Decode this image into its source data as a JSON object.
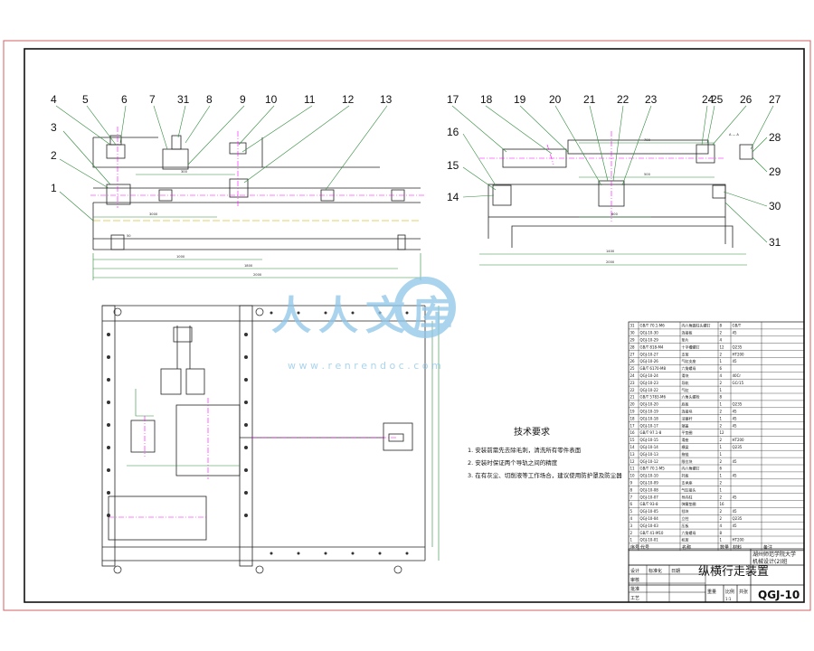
{
  "drawing": {
    "title": "纵横行走装置",
    "code": "QGJ-10",
    "school_line1": "湖州师范学院大学",
    "school_line2": "机械设计(2)班",
    "weight_label": "重量",
    "ratio_label": "比例",
    "sheet_label": "共张",
    "scale_value": "1:1"
  },
  "tech_notes": {
    "heading": "技术要求",
    "items": [
      "1. 安装前需先去除毛刺，清洗所有零件表面",
      "2. 安装时保证两个导轨之间的精度",
      "3. 在有灰尘、切削液等工作场合，建议使用防护罩及防尘器"
    ]
  },
  "callouts": {
    "left": [
      "4",
      "5",
      "6",
      "7",
      "31",
      "8",
      "9",
      "10",
      "11",
      "12",
      "13",
      "3",
      "2",
      "1"
    ],
    "right": [
      "17",
      "18",
      "19",
      "20",
      "21",
      "22",
      "23",
      "24",
      "25",
      "26",
      "27",
      "16",
      "15",
      "14",
      "28",
      "29",
      "30",
      "31"
    ]
  },
  "watermark": {
    "text": "人人文库",
    "url": "w w w . r e n r e n d o c . c o m"
  },
  "dimensions": [
    "650",
    "1000",
    "2000",
    "3000",
    "1800",
    "2000",
    "300",
    "700",
    "600",
    "500",
    "1400",
    "50"
  ],
  "section_mark": "A — A",
  "parts_table": {
    "rows": [
      {
        "no": "31",
        "code": "GB/T 70.1-M6",
        "name": "内六角圆柱头螺钉",
        "qty": "8",
        "mat": "GB/T"
      },
      {
        "no": "30",
        "code": "QGJ-10-30",
        "name": "连接板",
        "qty": "2",
        "mat": "45"
      },
      {
        "no": "29",
        "code": "QGJ-10-29",
        "name": "垫片",
        "qty": "4",
        "mat": ""
      },
      {
        "no": "28",
        "code": "GB/T 818-M4",
        "name": "十字槽螺钉",
        "qty": "12",
        "mat": "Q235"
      },
      {
        "no": "27",
        "code": "QGJ-10-27",
        "name": "支架",
        "qty": "2",
        "mat": "HT200"
      },
      {
        "no": "26",
        "code": "QGJ-10-26",
        "name": "气缸支座",
        "qty": "1",
        "mat": "45"
      },
      {
        "no": "25",
        "code": "GB/T 6170-M8",
        "name": "六角螺母",
        "qty": "6",
        "mat": ""
      },
      {
        "no": "24",
        "code": "QGJ-10-24",
        "name": "滑块",
        "qty": "4",
        "mat": "40Cr"
      },
      {
        "no": "23",
        "code": "QGJ-10-23",
        "name": "导轨",
        "qty": "2",
        "mat": "GCr15"
      },
      {
        "no": "22",
        "code": "QGJ-10-22",
        "name": "气缸",
        "qty": "1",
        "mat": ""
      },
      {
        "no": "21",
        "code": "GB/T 5783-M6",
        "name": "六角头螺栓",
        "qty": "8",
        "mat": ""
      },
      {
        "no": "20",
        "code": "QGJ-10-20",
        "name": "底板",
        "qty": "1",
        "mat": "Q235"
      },
      {
        "no": "19",
        "code": "QGJ-10-19",
        "name": "连接块",
        "qty": "2",
        "mat": "45"
      },
      {
        "no": "18",
        "code": "QGJ-10-18",
        "name": "活塞杆",
        "qty": "1",
        "mat": "45"
      },
      {
        "no": "17",
        "code": "QGJ-10-17",
        "name": "端盖",
        "qty": "2",
        "mat": "45"
      },
      {
        "no": "16",
        "code": "GB/T 97.1-8",
        "name": "平垫圈",
        "qty": "12",
        "mat": ""
      },
      {
        "no": "15",
        "code": "QGJ-10-15",
        "name": "滑座",
        "qty": "2",
        "mat": "HT200"
      },
      {
        "no": "14",
        "code": "QGJ-10-14",
        "name": "横梁",
        "qty": "1",
        "mat": "Q235"
      },
      {
        "no": "13",
        "code": "QGJ-10-13",
        "name": "拖链",
        "qty": "1",
        "mat": ""
      },
      {
        "no": "12",
        "code": "QGJ-10-12",
        "name": "限位块",
        "qty": "2",
        "mat": "45"
      },
      {
        "no": "11",
        "code": "GB/T 70.1-M5",
        "name": "内六角螺钉",
        "qty": "6",
        "mat": ""
      },
      {
        "no": "10",
        "code": "QGJ-10-10",
        "name": "托板",
        "qty": "1",
        "mat": "45"
      },
      {
        "no": "9",
        "code": "QGJ-10-09",
        "name": "支承座",
        "qty": "2",
        "mat": ""
      },
      {
        "no": "8",
        "code": "QGJ-10-08",
        "name": "气缸接头",
        "qty": "1",
        "mat": ""
      },
      {
        "no": "7",
        "code": "QGJ-10-07",
        "name": "导向柱",
        "qty": "2",
        "mat": "45"
      },
      {
        "no": "6",
        "code": "GB/T 93-8",
        "name": "弹簧垫圈",
        "qty": "16",
        "mat": ""
      },
      {
        "no": "5",
        "code": "QGJ-10-05",
        "name": "挡块",
        "qty": "2",
        "mat": "45"
      },
      {
        "no": "4",
        "code": "QGJ-10-04",
        "name": "立柱",
        "qty": "2",
        "mat": "Q235"
      },
      {
        "no": "3",
        "code": "QGJ-10-03",
        "name": "压板",
        "qty": "4",
        "mat": "45"
      },
      {
        "no": "2",
        "code": "GB/T 41-M10",
        "name": "六角螺母",
        "qty": "8",
        "mat": ""
      },
      {
        "no": "1",
        "code": "QGJ-10-01",
        "name": "机架",
        "qty": "1",
        "mat": "HT200"
      }
    ],
    "header": {
      "no": "序号",
      "code": "代号",
      "name": "名称",
      "qty": "数量",
      "mat": "材料",
      "note": "备注"
    }
  },
  "sign_block": {
    "design": "设计",
    "check": "审核",
    "approve": "批准",
    "standard": "标准化",
    "process": "工艺",
    "date": "日期"
  },
  "colors": {
    "line": "#222222",
    "border_outer": "#d06060",
    "leader": "#2e8b3a",
    "centerline": "#ff00ff",
    "dim": "#2e8b3a",
    "yellow": "#d8c832",
    "watermark": "#8ec6e8"
  }
}
